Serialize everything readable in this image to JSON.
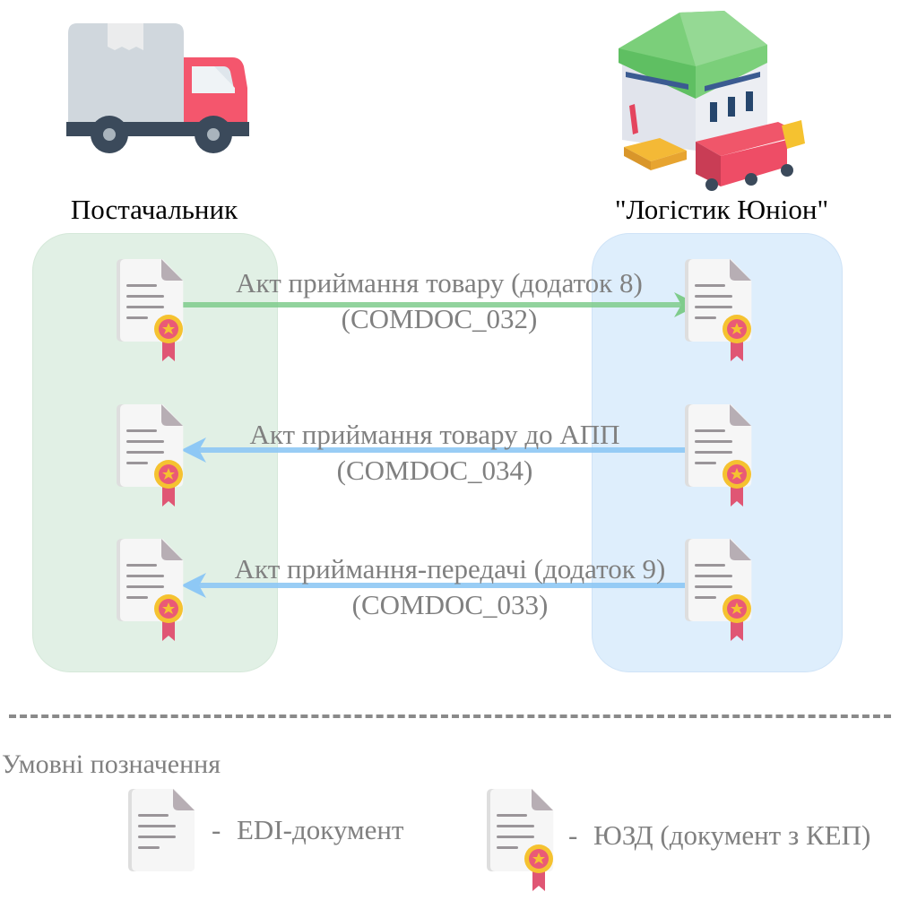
{
  "parties": {
    "supplier": {
      "label": "Постачальник",
      "icon": "delivery-truck-icon"
    },
    "logistics": {
      "label": "\"Логістик Юніон\"",
      "icon": "warehouse-icon"
    }
  },
  "flows": [
    {
      "label_line1": "Акт приймання товару (додаток 8)",
      "label_line2": "(COMDOC_032)",
      "direction": "supplier-to-logistics",
      "color": "#7fcc8c"
    },
    {
      "label_line1": "Акт приймання товару до АПП",
      "label_line2": "(COMDOC_034)",
      "direction": "logistics-to-supplier",
      "color": "#8ec8f5"
    },
    {
      "label_line1": "Акт приймання-передачі (додаток 9)",
      "label_line2": "(COMDOC_033)",
      "direction": "logistics-to-supplier",
      "color": "#8ec8f5"
    }
  ],
  "legend": {
    "title": "Умовні позначення",
    "edi": {
      "separator": "-",
      "text": "EDI-документ",
      "icon": "edi-document-icon"
    },
    "yuzd": {
      "separator": "-",
      "text": "ЮЗД (документ з КЕП)",
      "icon": "signed-document-icon"
    }
  },
  "colors": {
    "supplier_lane": "#e1f0e5",
    "logistics_lane": "#deeefc",
    "arrow_green": "#7fcc8c",
    "arrow_blue": "#8ec8f5",
    "label_gray": "#808080"
  }
}
